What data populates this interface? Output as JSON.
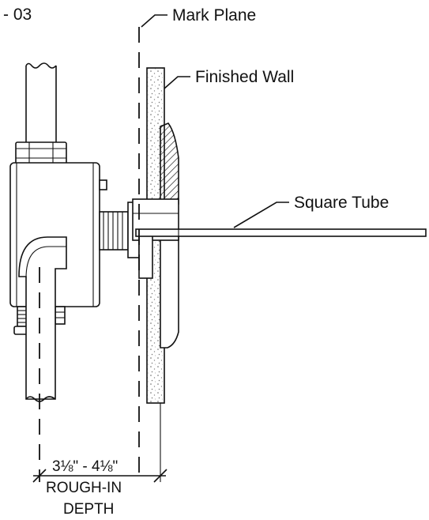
{
  "drawing": {
    "code": "- 03",
    "labels": {
      "mark_plane": "Mark Plane",
      "finished_wall": "Finished Wall",
      "square_tube": "Square Tube"
    },
    "dimension": {
      "value": "3⅛\" - 4⅛\"",
      "line1": "ROUGH-IN",
      "line2": "DEPTH"
    }
  }
}
